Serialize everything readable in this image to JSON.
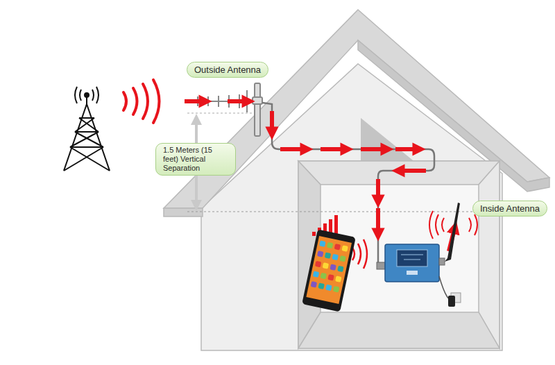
{
  "diagram": {
    "nodes": [
      {
        "text": [
          "Outside Antenna"
        ]
      },
      {
        "text": [
          "1.5 Meters (15 feet) Vertical Separation"
        ]
      },
      {
        "text": [
          "Inside Antenna"
        ]
      }
    ]
  }
}
